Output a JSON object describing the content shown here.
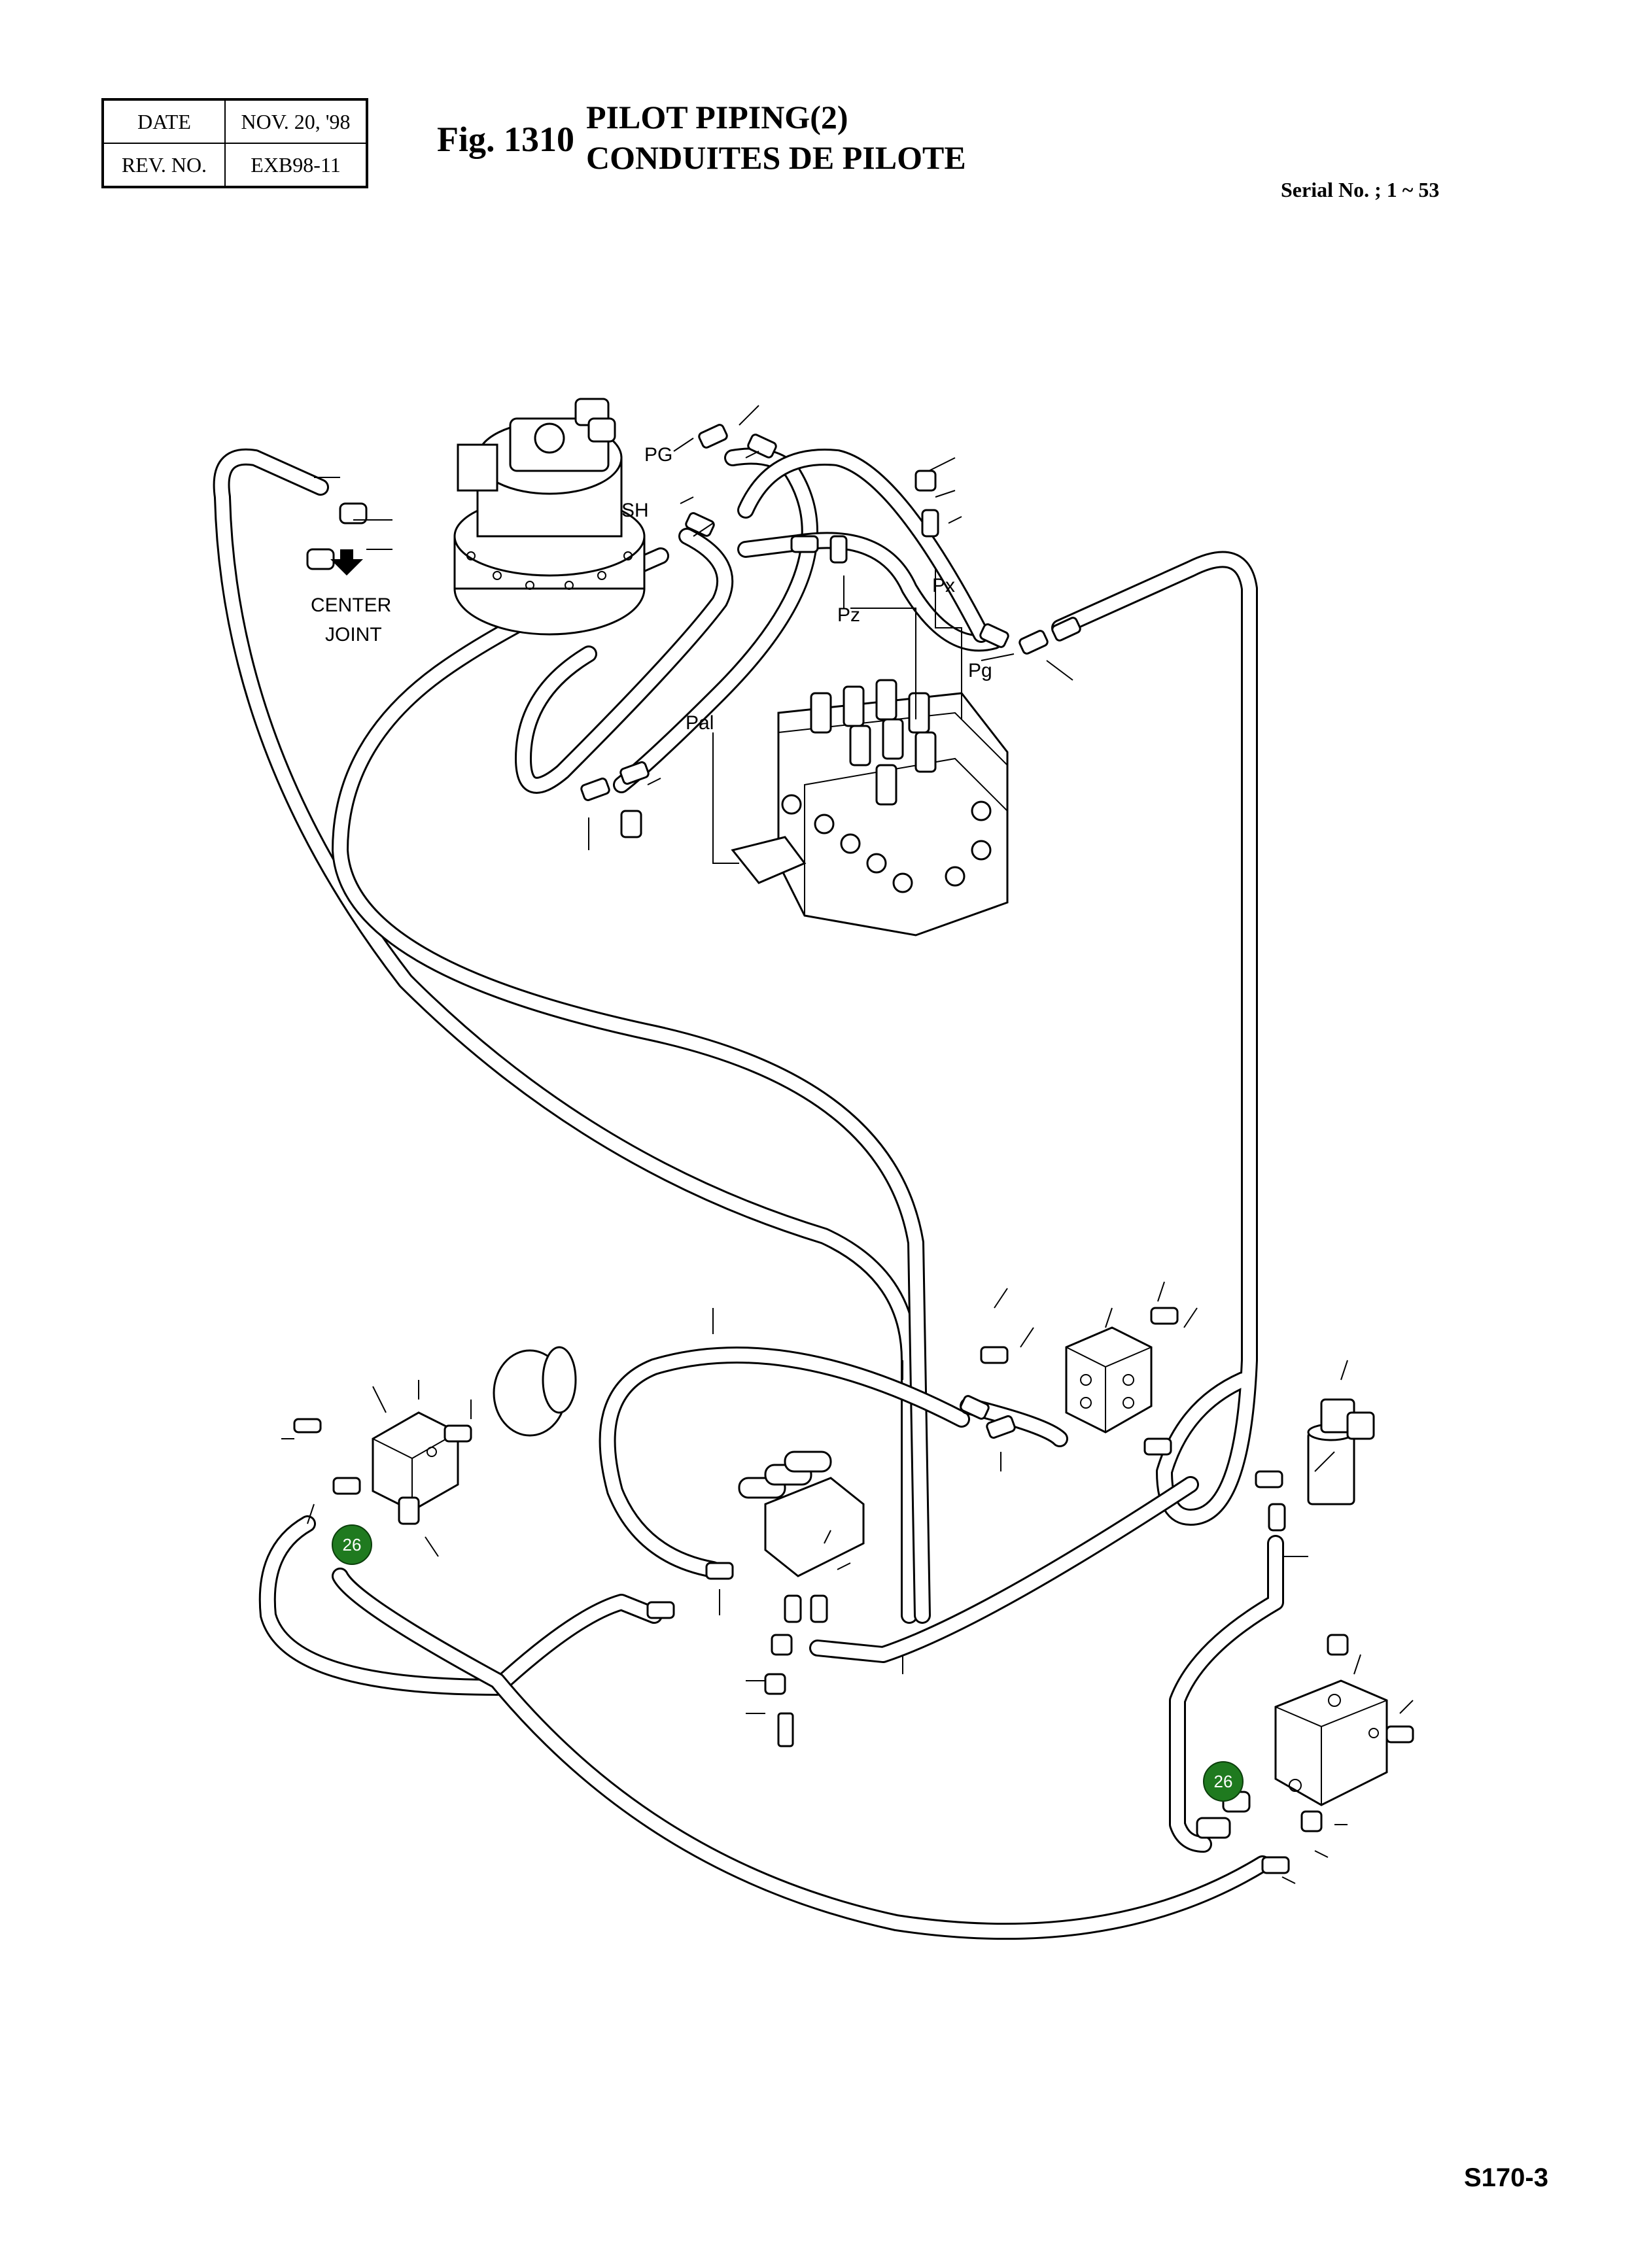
{
  "header": {
    "date_label": "DATE",
    "date_value": "NOV. 20, '98",
    "rev_label": "REV. NO.",
    "rev_value": "EXB98-11"
  },
  "figure": {
    "number": "Fig. 1310",
    "title_en": "PILOT PIPING(2)",
    "title_fr": "CONDUITES DE PILOTE",
    "serial": "Serial No. ; 1 ~ 53"
  },
  "labels": {
    "pg": "PG",
    "sh": "SH",
    "px": "Px",
    "pz": "Pz",
    "pg_lower": "Pg",
    "pal": "Pal",
    "center": "CENTER",
    "joint": "JOINT"
  },
  "badges": [
    "26",
    "26"
  ],
  "page_code": "S170-3"
}
